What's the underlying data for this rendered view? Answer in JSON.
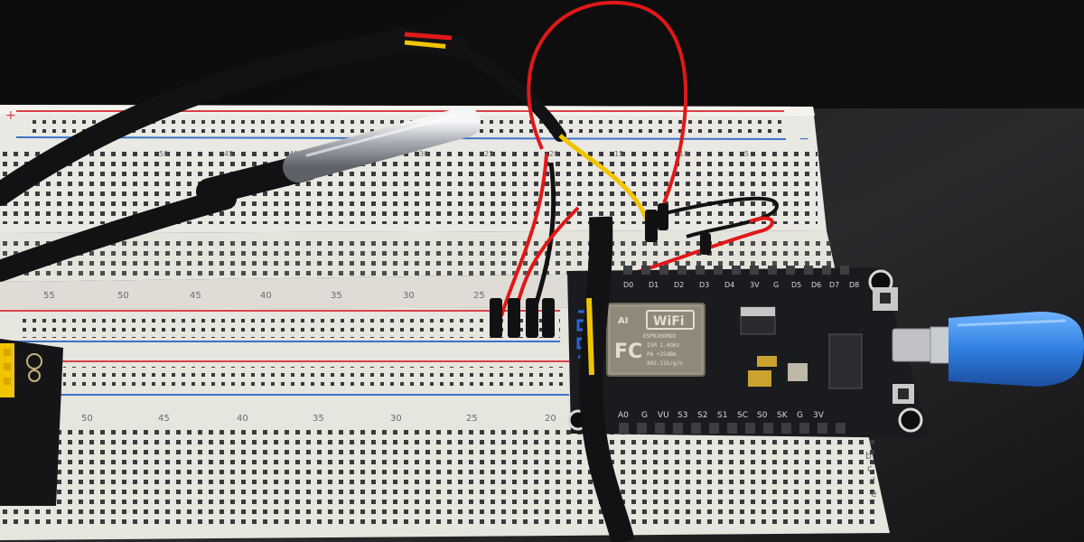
{
  "photo": {
    "breadboard_upper": {
      "top_numbers": [
        "50",
        "45",
        "40",
        "35",
        "30",
        "25",
        "20",
        "15",
        "10",
        "5"
      ],
      "mid_numbers": [
        "55",
        "50",
        "45",
        "40",
        "35",
        "30",
        "25"
      ],
      "rail_plus": "+",
      "rail_minus": "−"
    },
    "breadboard_lower": {
      "numbers": [
        "50",
        "45",
        "40",
        "35",
        "30",
        "25",
        "20"
      ],
      "row_letters": [
        "b",
        "c",
        "d",
        "e"
      ]
    },
    "module": {
      "shield_logo": "WiFi",
      "fc_mark": "FC",
      "chip_lines": [
        "ESP8266MOD",
        "ISM 2.4GHz",
        "PA +25dBm",
        "802.11b/g/n"
      ],
      "ai_mark": "AI"
    },
    "pin_labels_bottom": [
      "A0",
      "G",
      "VU",
      "S3",
      "S2",
      "S1",
      "SC",
      "S0",
      "SK",
      "G",
      "3V"
    ],
    "pin_labels_top": [
      "D0",
      "D1",
      "D2",
      "D3",
      "D4",
      "3V",
      "G",
      "D5",
      "D6",
      "D7",
      "D8"
    ],
    "colors": {
      "breadboard": "#e9e8e2",
      "rail_red": "#d8414a",
      "rail_blue": "#3b74c8",
      "board_pcb": "#1a1b1e",
      "usb_blue": "#2f7fe0",
      "wire_red": "#e01818",
      "wire_yellow": "#f0c400",
      "cable_black": "#121214",
      "probe_steel": "#c9ccd1"
    }
  }
}
